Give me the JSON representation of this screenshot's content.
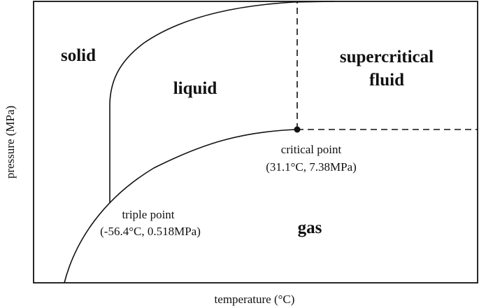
{
  "regions": {
    "solid": "solid",
    "liquid": "liquid",
    "supercritical_line1": "supercritical",
    "supercritical_line2": "fluid",
    "gas": "gas"
  },
  "critical_point": {
    "name": "critical point",
    "value": "(31.1°C, 7.38MPa)"
  },
  "triple_point": {
    "name": "triple point",
    "value": "(-56.4°C, 0.518MPa)"
  },
  "axes": {
    "xlabel": "temperature (°C)",
    "ylabel": "pressure (MPa)"
  }
}
